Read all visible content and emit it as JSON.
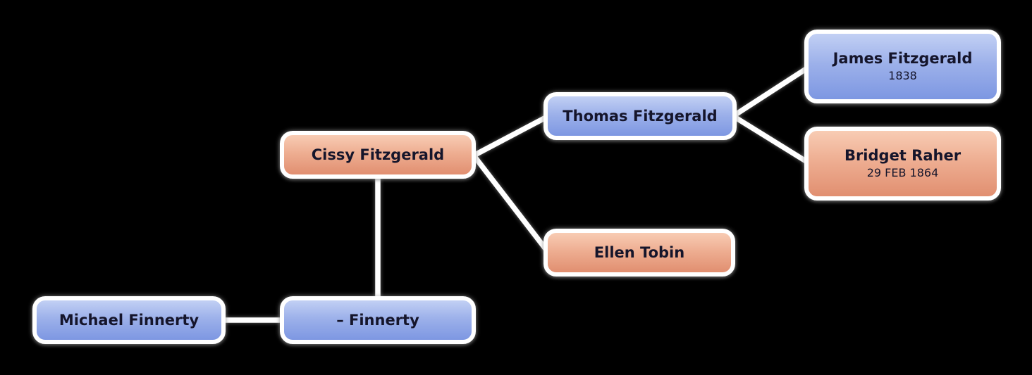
{
  "diagram": {
    "type": "family-tree",
    "colors": {
      "background": "#000000",
      "male_gradient_top": "#c2d0f4",
      "male_gradient_bottom": "#7d97e2",
      "female_gradient_top": "#f8ccb4",
      "female_gradient_bottom": "#e18f70",
      "edge": "#ffffff",
      "text": "#15152b",
      "node_border": "#ffffff"
    }
  },
  "nodes": {
    "cissy": {
      "name": "Cissy Fitzgerald",
      "date": "",
      "gender_color": "female"
    },
    "thomas": {
      "name": "Thomas Fitzgerald",
      "date": "",
      "gender_color": "male"
    },
    "james": {
      "name": "James Fitzgerald",
      "date": "1838",
      "gender_color": "male"
    },
    "bridget": {
      "name": "Bridget Raher",
      "date": "29 FEB 1864",
      "gender_color": "female"
    },
    "ellen": {
      "name": "Ellen Tobin",
      "date": "",
      "gender_color": "female"
    },
    "michael": {
      "name": "Michael Finnerty",
      "date": "",
      "gender_color": "male"
    },
    "finnerty": {
      "name": "– Finnerty",
      "date": "",
      "gender_color": "male"
    }
  },
  "edges": [
    {
      "from": "Cissy Fitzgerald",
      "to": "Thomas Fitzgerald"
    },
    {
      "from": "Thomas Fitzgerald",
      "to": "James Fitzgerald"
    },
    {
      "from": "Thomas Fitzgerald",
      "to": "Bridget Raher"
    },
    {
      "from": "Cissy Fitzgerald",
      "to": "Ellen Tobin"
    },
    {
      "from": "Cissy Fitzgerald",
      "to": "– Finnerty"
    },
    {
      "from": "Michael Finnerty",
      "to": "– Finnerty"
    }
  ]
}
